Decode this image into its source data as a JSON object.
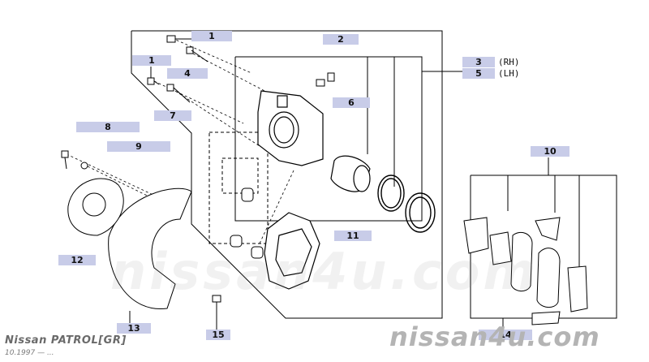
{
  "diagram": {
    "callouts": [
      {
        "id": "c1a",
        "label": "1"
      },
      {
        "id": "c1b",
        "label": "1"
      },
      {
        "id": "c2",
        "label": "2"
      },
      {
        "id": "c3",
        "label": "3"
      },
      {
        "id": "c4",
        "label": "4"
      },
      {
        "id": "c5",
        "label": "5"
      },
      {
        "id": "c6",
        "label": "6"
      },
      {
        "id": "c7",
        "label": "7"
      },
      {
        "id": "c8",
        "label": "8"
      },
      {
        "id": "c9",
        "label": "9"
      },
      {
        "id": "c10",
        "label": "10"
      },
      {
        "id": "c11",
        "label": "11"
      },
      {
        "id": "c12",
        "label": "12"
      },
      {
        "id": "c13",
        "label": "13"
      },
      {
        "id": "c14",
        "label": "14"
      },
      {
        "id": "c15",
        "label": "15"
      }
    ],
    "side_labels": {
      "rh": "(RH)",
      "lh": "(LH)"
    }
  },
  "caption": {
    "model": "Nissan PATROL[GR]",
    "date": "10.1997 — ..."
  },
  "watermark": {
    "main": "nissan4u.com",
    "brand": "nissan4u.com"
  },
  "colors": {
    "callout_bg": "#c8cce8",
    "line": "#000000"
  }
}
